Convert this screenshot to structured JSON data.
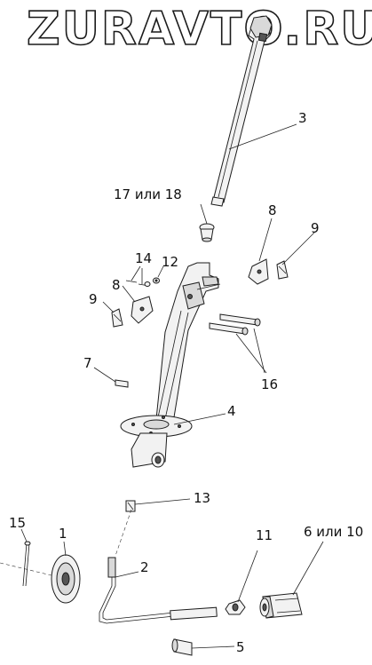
{
  "watermark": "ZURAVTO.RU",
  "callouts": {
    "c1": "1",
    "c2": "2",
    "c3": "3",
    "c4": "4",
    "c5": "5",
    "c6or10": "6 или 10",
    "c7": "7",
    "c8a": "8",
    "c8b": "8",
    "c9a": "9",
    "c9b": "9",
    "c11": "11",
    "c12": "12",
    "c13": "13",
    "c14": "14",
    "c15": "15",
    "c16": "16",
    "c17or18": "17 или 18"
  }
}
